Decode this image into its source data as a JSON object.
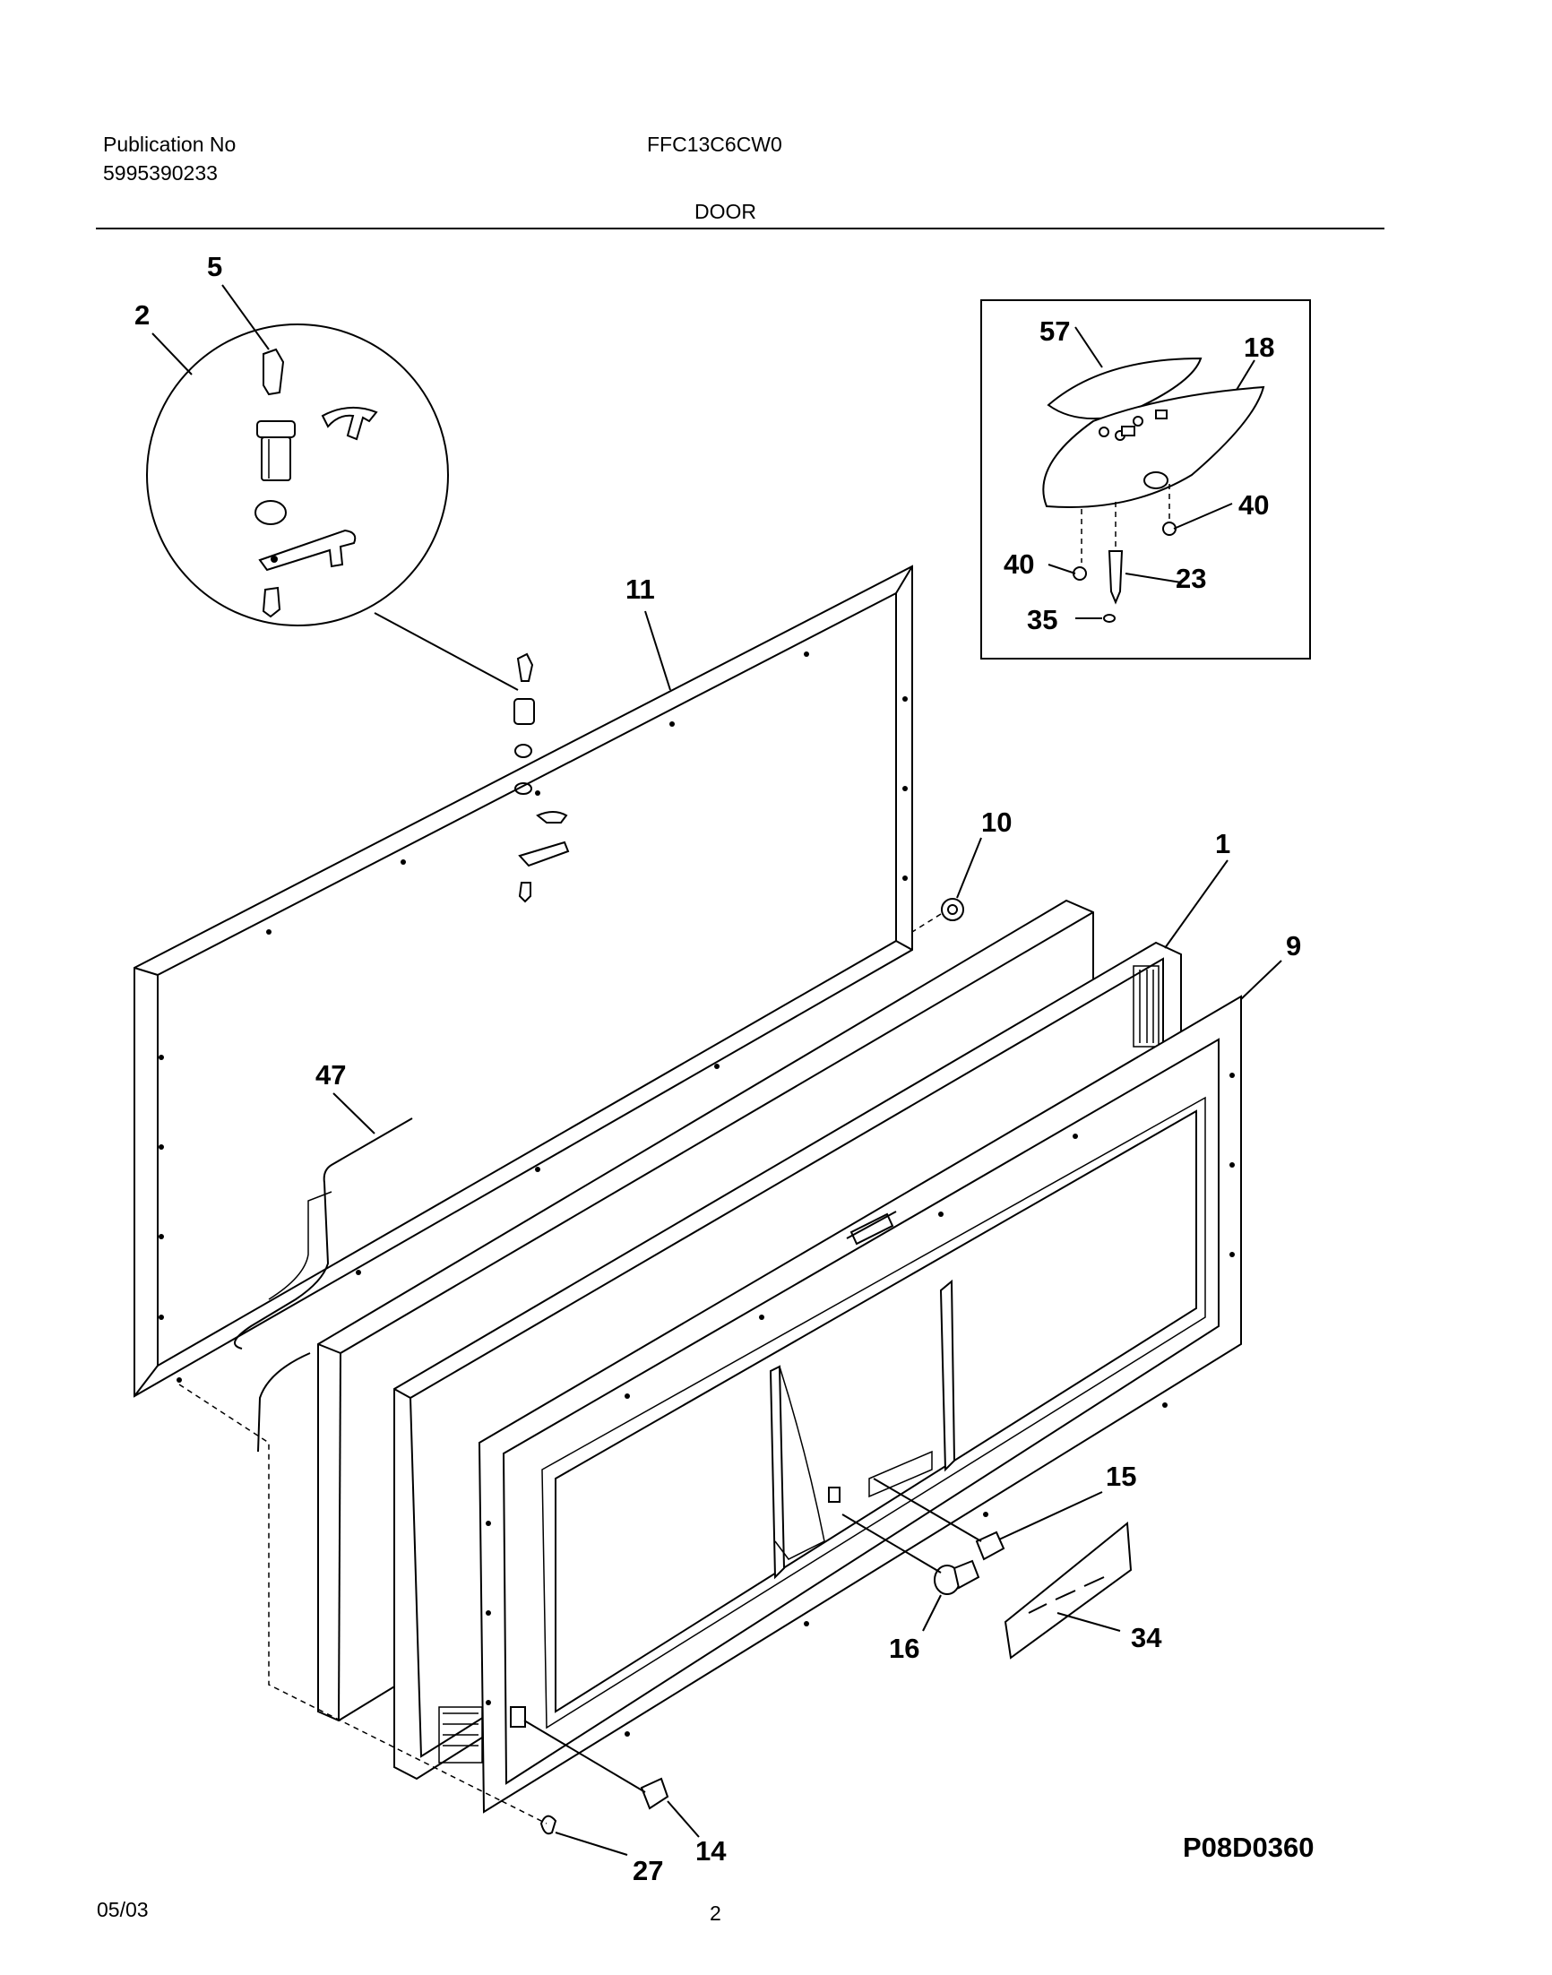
{
  "header": {
    "publication_label": "Publication No",
    "publication_number": "5995390233",
    "model": "FFC13C6CW0",
    "section": "DOOR"
  },
  "footer": {
    "date": "05/03",
    "page": "2"
  },
  "diagram_code": "P08D0360",
  "callouts": [
    "5",
    "2",
    "11",
    "57",
    "18",
    "40",
    "40",
    "23",
    "35",
    "10",
    "1",
    "9",
    "47",
    "15",
    "16",
    "34",
    "14",
    "27"
  ]
}
